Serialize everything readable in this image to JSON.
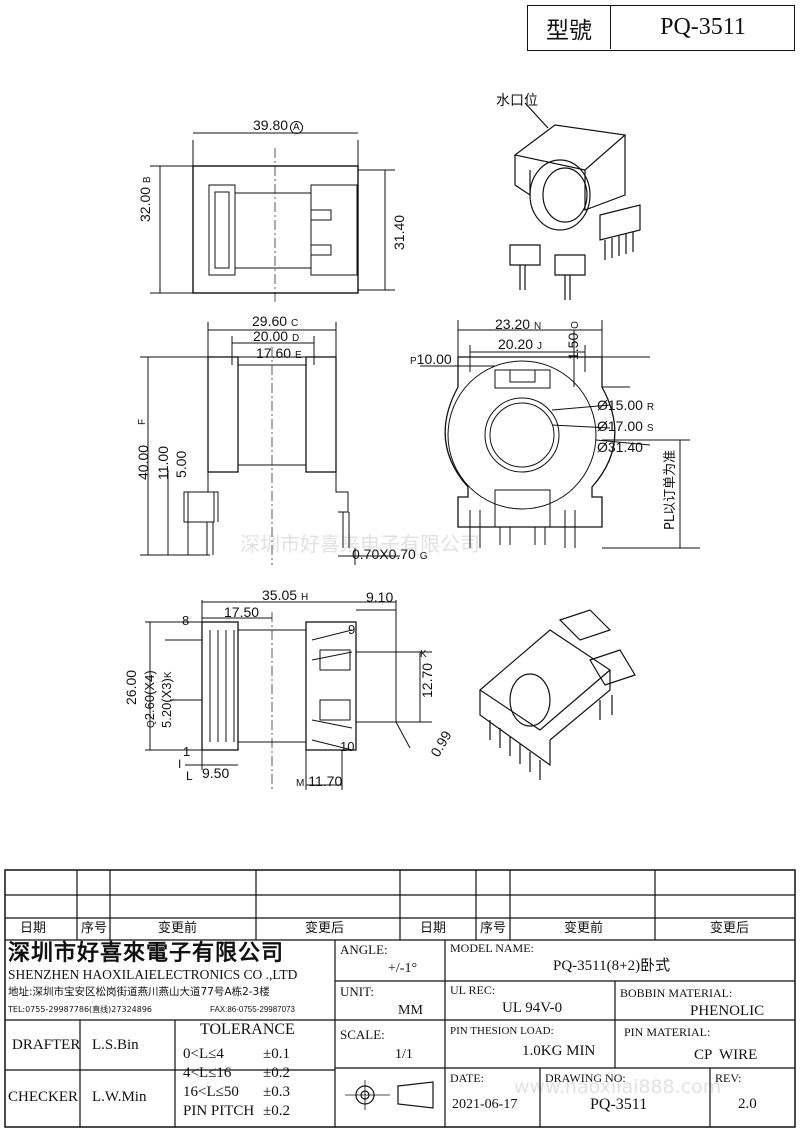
{
  "header": {
    "model_label": "型號",
    "model_value": "PQ-3511"
  },
  "dims": {
    "d1": "39.80",
    "d1s": "A",
    "d2": "32.00",
    "d2s": "B",
    "d3": "31.40",
    "d4": "29.60",
    "d4s": "C",
    "d5": "20.00",
    "d5s": "D",
    "d6": "17.60",
    "d6s": "E",
    "d7": "40.00",
    "d7s": "F",
    "d8": "11.00",
    "d9": "5.00",
    "d10": "23.20",
    "d10s": "N",
    "d11": "20.20",
    "d11s": "J",
    "d12": "1.50",
    "d12s": "O",
    "d13": "10.00",
    "d13s": "P",
    "d14": "Ø15.00",
    "d14s": "R",
    "d15": "Ø17.00",
    "d15s": "S",
    "d16": "Ø31.40",
    "d17": "0.70X0.70",
    "d17s": "G",
    "d18": "35.05",
    "d18s": "H",
    "d19": "17.50",
    "d20": "9.10",
    "d21": "26.00",
    "d22": "2.60(X4)",
    "d22s": "Q",
    "d23": "5.20(X3)",
    "d23s": "K",
    "d24": "9.50",
    "d25": "11.70",
    "d25s": "M",
    "d26": "12.70",
    "d26s": "K",
    "d27": "0.99",
    "d28s": "I",
    "d28s2": "L",
    "pin8": "8",
    "pin9": "9",
    "pin10": "10",
    "pin1": "1"
  },
  "notes": {
    "gate": "水口位",
    "pl": "PL以订单为准"
  },
  "watermark": {
    "line": "深圳市好喜来电子有限公司",
    "url": "www.haoxilai888.com"
  },
  "rev_table": {
    "headers": [
      "日期",
      "序号",
      "变更前",
      "变更后",
      "日期",
      "序号",
      "变更前",
      "变更后"
    ]
  },
  "title_block": {
    "company_cn": "深圳市好喜來電子有限公司",
    "company_en": "SHENZHEN HAOXILAIELECTRONICS CO .,LTD",
    "address": "地址:深圳市宝安区松岗街道燕川燕山大道77号A栋2-3楼",
    "tel": "TEL:0755-29987786(直线)27324896",
    "fax": "FAX:86-0755-29987073",
    "drafter_label": "DRAFTER",
    "drafter": "L.S.Bin",
    "checker_label": "CHECKER",
    "checker": "L.W.Min",
    "tolerance_label": "TOLERANCE",
    "tolerance": [
      {
        "range": "0<L≤4",
        "tol": "±0.1"
      },
      {
        "range": "4<L≤16",
        "tol": "±0.2"
      },
      {
        "range": "16<L≤50",
        "tol": "±0.3"
      },
      {
        "range": "PIN PITCH",
        "tol": "±0.2"
      }
    ],
    "angle_label": "ANGLE:",
    "angle": "+/-1°",
    "unit_label": "UNIT:",
    "unit": "MM",
    "scale_label": "SCALE:",
    "scale": "1/1",
    "model_name_label": "MODEL NAME:",
    "model_name": "PQ-3511(8+2)卧式",
    "ul_label": "UL REC:",
    "ul": "UL 94V-0",
    "bobbin_label": "BOBBIN MATERIAL:",
    "bobbin": "PHENOLIC",
    "pin_load_label": "PIN THESION LOAD:",
    "pin_load": "1.0KG MIN",
    "pin_mat_label": "PIN MATERIAL:",
    "pin_mat": "CP  WIRE",
    "date_label": "DATE:",
    "date": "2021-06-17",
    "drawing_no_label": "DRAWING NO:",
    "drawing_no": "PQ-3511",
    "rev_label": "REV:",
    "rev": "2.0"
  }
}
